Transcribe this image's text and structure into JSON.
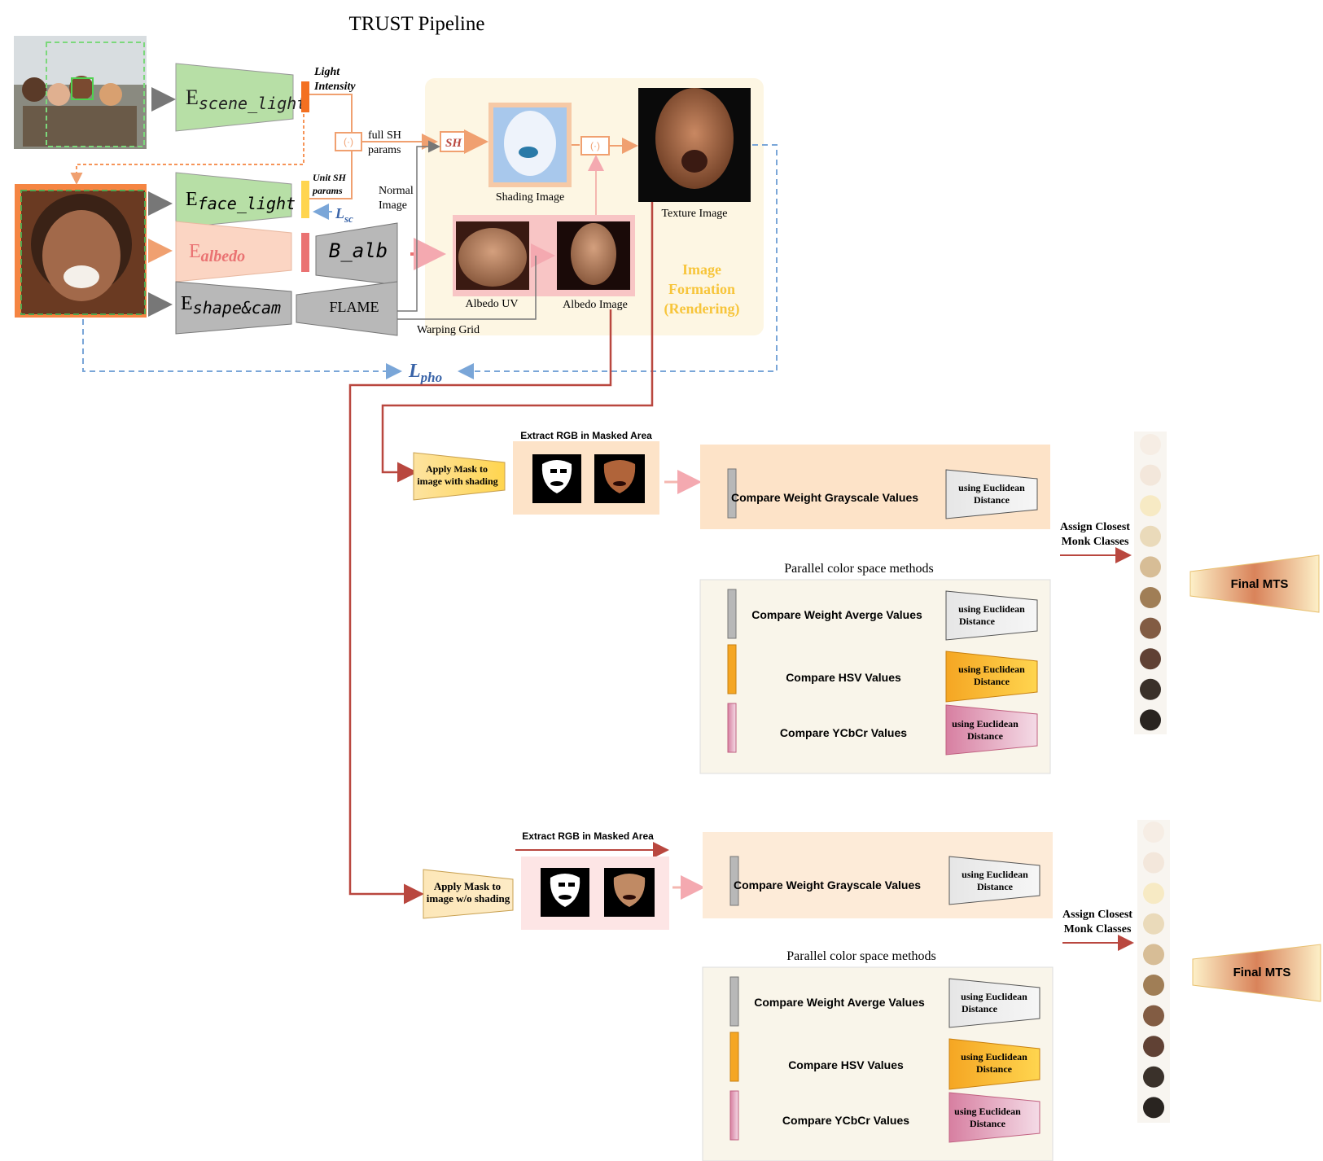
{
  "title": "TRUST Pipeline",
  "encoders": {
    "scene_light": {
      "main": "E",
      "sub": "scene_light"
    },
    "face_light": {
      "main": "E",
      "sub": "face_light"
    },
    "albedo": {
      "main": "E",
      "sub": "albedo"
    },
    "shape_cam": {
      "main": "E",
      "sub": "shape&cam"
    }
  },
  "decoders": {
    "b_alb": "B_alb",
    "flame": "FLAME"
  },
  "labels": {
    "light_intensity_1": "Light",
    "light_intensity_2": "Intensity",
    "unit_sh_1": "Unit SH",
    "unit_sh_2": "params",
    "full_sh_1": "full SH",
    "full_sh_2": "params",
    "normal_image_1": "Normal",
    "normal_image_2": "Image",
    "sh": "SH",
    "op_symbol": "(·)",
    "shading_image": "Shading Image",
    "texture_image": "Texture Image",
    "albedo_uv": "Albedo UV",
    "albedo_image": "Albedo Image",
    "warping_grid": "Warping Grid",
    "image_formation_1": "Image",
    "image_formation_2": "Formation",
    "image_formation_3": "(Rendering)",
    "l_sc_main": "L",
    "l_sc_sub": "sc",
    "l_pho_main": "L",
    "l_pho_sub": "pho"
  },
  "branch1": {
    "apply_mask_1": "Apply Mask to",
    "apply_mask_2": "image with shading",
    "extract_rgb": "Extract RGB in Masked Area",
    "grayscale": "Compare Weight Grayscale Values",
    "parallel_title": "Parallel color space methods",
    "average": "Compare Weight Averge Values",
    "hsv": "Compare HSV Values",
    "ycbcr": "Compare YCbCr Values",
    "euclid_1": "using Euclidean",
    "euclid_2": "Distance",
    "assign_1": "Assign Closest",
    "assign_2": "Monk Classes",
    "final": "Final MTS"
  },
  "branch2": {
    "apply_mask_1": "Apply Mask to",
    "apply_mask_2": "image w/o shading",
    "extract_rgb": "Extract RGB in Masked Area",
    "grayscale": "Compare Weight Grayscale Values",
    "parallel_title": "Parallel color space methods",
    "average": "Compare Weight Averge Values",
    "hsv": "Compare HSV Values",
    "ycbcr": "Compare YCbCr Values",
    "euclid_1": "using Euclidean",
    "euclid_2": "Distance",
    "assign_1": "Assign Closest",
    "assign_2": "Monk Classes",
    "final": "Final MTS"
  },
  "colors": {
    "scene_light_encoder": "#b7dfa6",
    "albedo_encoder": "#fbd5c3",
    "gray_block": "#b8b8b8",
    "rendering_bg": "#fdf6e3",
    "orange_bar": "#f37021",
    "yellow_bar": "#ffd54f",
    "red_bar": "#ea7272",
    "dark_red_line": "#b9473f",
    "blue_dashed": "#7aa6d8",
    "hsv_orange": "#f5a623",
    "ycbcr_pink": "#d77fa1"
  },
  "monk_scale": [
    "#f6ede4",
    "#f3e7db",
    "#f7eac4",
    "#eadaba",
    "#d7bd96",
    "#a07e56",
    "#825c43",
    "#604134",
    "#3a312a",
    "#292420"
  ]
}
